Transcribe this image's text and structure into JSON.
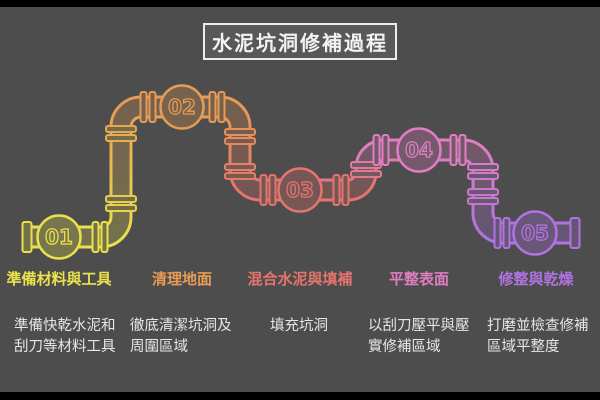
{
  "title": "水泥坑洞修補過程",
  "colors": {
    "background": "#4D4D4D",
    "letterbox": "#000000",
    "title_text": "#F2F2F2",
    "title_border": "#ECECEC",
    "title_fill": "#585858",
    "description_text": "#E6E6E6"
  },
  "steps": [
    {
      "number": "01",
      "label": "準備材料與工具",
      "description": "準備快乾水泥和刮刀等材料工具",
      "color": "#E9E14B"
    },
    {
      "number": "02",
      "label": "清理地面",
      "description": "徹底清潔坑洞及周圍區域",
      "color": "#E79B54"
    },
    {
      "number": "03",
      "label": "混合水泥與填補",
      "description": "填充坑洞",
      "color": "#E4746C"
    },
    {
      "number": "04",
      "label": "平整表面",
      "description": "以刮刀壓平與壓實修補區域",
      "color": "#E07EC1"
    },
    {
      "number": "05",
      "label": "修整與乾燥",
      "description": "打磨並檢查修補區域平整度",
      "color": "#B173E3"
    }
  ]
}
